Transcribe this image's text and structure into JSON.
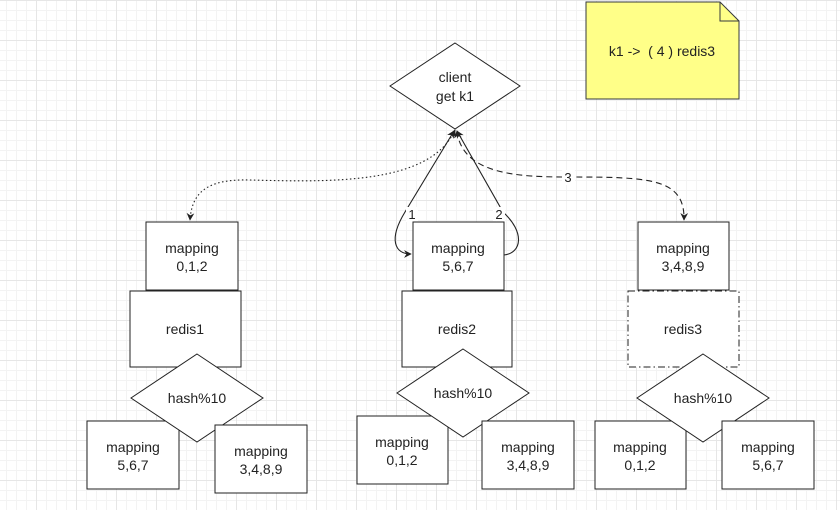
{
  "note": {
    "text": "k1 ->  ( 4 ) redis3",
    "fill": "#ffff88",
    "stroke": "#36393d"
  },
  "client": {
    "line1": "client",
    "line2": "get k1"
  },
  "edges": {
    "label_1": "1",
    "label_2": "2",
    "label_3": "3"
  },
  "clusters": [
    {
      "mapping": {
        "line1": "mapping",
        "line2": "0,1,2"
      },
      "redis": "redis1",
      "hash": "hash%10",
      "left_mapping": {
        "line1": "mapping",
        "line2": "5,6,7"
      },
      "right_mapping": {
        "line1": "mapping",
        "line2": "3,4,8,9"
      }
    },
    {
      "mapping": {
        "line1": "mapping",
        "line2": "5,6,7"
      },
      "redis": "redis2",
      "hash": "hash%10",
      "left_mapping": {
        "line1": "mapping",
        "line2": "0,1,2"
      },
      "right_mapping": {
        "line1": "mapping",
        "line2": "3,4,8,9"
      }
    },
    {
      "mapping": {
        "line1": "mapping",
        "line2": "3,4,8,9"
      },
      "redis": "redis3",
      "hash": "hash%10",
      "left_mapping": {
        "line1": "mapping",
        "line2": "0,1,2"
      },
      "right_mapping": {
        "line1": "mapping",
        "line2": "5,6,7"
      }
    }
  ]
}
